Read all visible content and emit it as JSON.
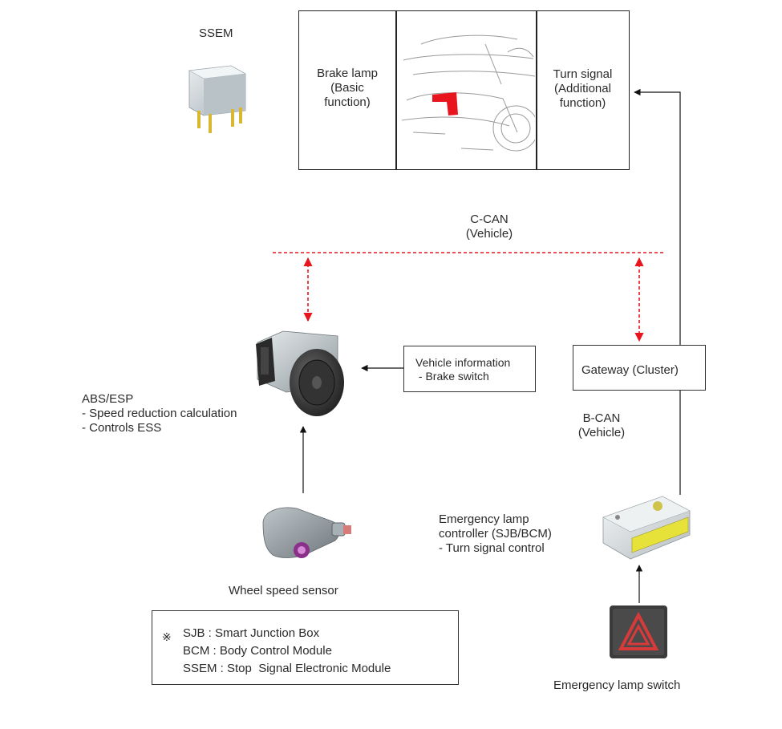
{
  "ssem": {
    "label": "SSEM"
  },
  "lamp_panel": {
    "brake_lamp": "Brake lamp\n(Basic\nfunction)",
    "turn_signal": "Turn signal\n(Additional\nfunction)"
  },
  "ccan": {
    "label": "C-CAN\n(Vehicle)"
  },
  "abs": {
    "label": "ABS/ESP\n- Speed reduction calculation\n- Controls ESS"
  },
  "vehicle_info": {
    "label": "Vehicle information\n - Brake switch"
  },
  "gateway": {
    "label": "Gateway (Cluster)"
  },
  "bcan": {
    "label": "B-CAN\n(Vehicle)"
  },
  "wheel_sensor": {
    "label": "Wheel speed sensor"
  },
  "emergency_controller": {
    "label": "Emergency lamp\ncontroller (SJB/BCM)\n- Turn signal control"
  },
  "emergency_switch": {
    "label": "Emergency lamp switch"
  },
  "legend": {
    "symbol": "※",
    "lines": "SJB : Smart Junction Box\nBCM : Body Control Module\nSSEM : Stop  Signal Electronic Module"
  },
  "colors": {
    "can_line": "#e8141e",
    "tail_lamp": "#e8141e",
    "hazard_red": "#d83a3a",
    "connector_yellow": "#e6e23a"
  }
}
